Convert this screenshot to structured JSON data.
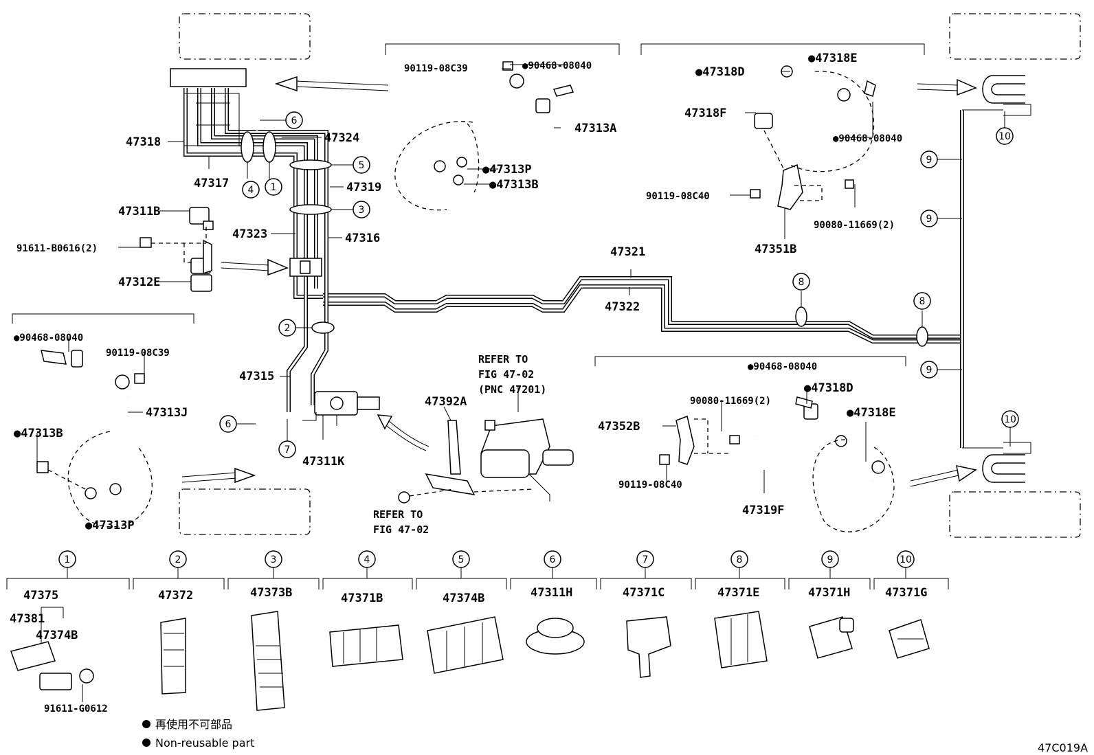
{
  "page_id": "47C019A",
  "parts": {
    "p47318": "47318",
    "p47317": "47317",
    "p47324": "47324",
    "p47319": "47319",
    "p47323": "47323",
    "p47316": "47316",
    "p47311B": "47311B",
    "p91611B0616": "91611-B0616(2)",
    "p47312E": "47312E",
    "p47315": "47315",
    "p47311K": "47311K",
    "p47321": "47321",
    "p47322": "47322",
    "p90119_08C39_top": "90119-08C39",
    "p90468_top": "●90468-08040",
    "p47313A": "47313A",
    "p47313P_top": "●47313P",
    "p47313B_top": "●47313B",
    "p47318D_tr": "●47318D",
    "p47318E_tr": "●47318E",
    "p47318F": "47318F",
    "p90468_tr": "●90468-08040",
    "p90119_08C40_tr": "90119-08C40",
    "p90080_tr": "90080-11669(2)",
    "p47351B": "47351B",
    "p90468_left": "●90468-08040",
    "p90119_08C39_left": "90119-08C39",
    "p47313J": "47313J",
    "p47313B_left": "●47313B",
    "p47313P_left": "●47313P",
    "p47392A": "47392A",
    "p90468_br": "●90468-08040",
    "p47318D_br": "●47318D",
    "p90080_br": "90080-11669(2)",
    "p47318E_br": "●47318E",
    "p47352B": "47352B",
    "p90119_08C40_br": "90119-08C40",
    "p47319F": "47319F"
  },
  "refer_notes": {
    "master_cyl_1": "REFER TO",
    "master_cyl_2": "FIG 47-02",
    "master_cyl_3": "(PNC 47201)",
    "bracket_1": "REFER TO",
    "bracket_2": "FIG 47-02"
  },
  "callouts": [
    "1",
    "2",
    "3",
    "4",
    "5",
    "6",
    "7",
    "8",
    "9",
    "10"
  ],
  "legend_parts": [
    {
      "callout": "1",
      "part": "47375"
    },
    {
      "callout": "2",
      "part": "47372"
    },
    {
      "callout": "3",
      "part": "47373B"
    },
    {
      "callout": "4",
      "part": "47371B"
    },
    {
      "callout": "5",
      "part": "47374B"
    },
    {
      "callout": "6",
      "part": "47311H"
    },
    {
      "callout": "7",
      "part": "47371C"
    },
    {
      "callout": "8",
      "part": "47371E"
    },
    {
      "callout": "9",
      "part": "47371H"
    },
    {
      "callout": "10",
      "part": "47371G"
    }
  ],
  "legend_sub": {
    "p47381": "47381",
    "p47374B": "47374B",
    "p91611G0612": "91611-G0612"
  },
  "legend_notes": {
    "jp": "● 再使用不可部品",
    "en": "● Non-reusable part"
  }
}
